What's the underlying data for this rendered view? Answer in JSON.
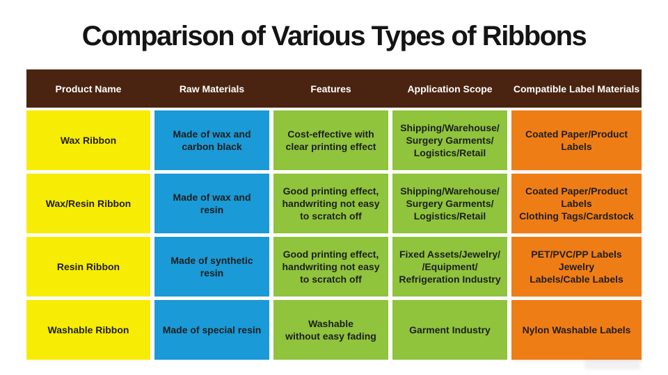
{
  "title": "Comparison of Various Types of Ribbons",
  "table": {
    "headers": [
      "Product Name",
      "Raw Materials",
      "Features",
      "Application Scope",
      "Compatible Label Materials"
    ],
    "rows": [
      [
        "Wax Ribbon",
        "Made of wax and\ncarbon black",
        "Cost-effective with\nclear printing effect",
        "Shipping/Warehouse/\nSurgery Garments/\nLogistics/Retail",
        "Coated Paper/Product\nLabels"
      ],
      [
        "Wax/Resin Ribbon",
        "Made of wax and\nresin",
        "Good printing effect,\nhandwriting not easy\nto scratch off",
        "Shipping/Warehouse/\nSurgery Garments/\nLogistics/Retail",
        "Coated Paper/Product Labels\nClothing Tags/Cardstock"
      ],
      [
        "Resin Ribbon",
        "Made of synthetic\nresin",
        "Good printing effect,\nhandwriting not easy\nto scratch off",
        "Fixed Assets/Jewelry/\n/Equipment/\nRefrigeration Industry",
        "PET/PVC/PP Labels Jewelry\nLabels/Cable Labels"
      ],
      [
        "Washable Ribbon",
        "Made of special resin",
        "Washable\nwithout easy fading",
        "Garment Industry",
        "Nylon Washable Labels"
      ]
    ]
  },
  "colors": {
    "header_bg": "#4a2410",
    "header_text": "#ffffff",
    "col_product": "#f7ec04",
    "col_materials": "#1a9ad6",
    "col_features": "#8fc43c",
    "col_scope": "#8fc43c",
    "col_labels": "#ef7d16",
    "cell_text": "#1e1e1e",
    "title_text": "#141414"
  }
}
